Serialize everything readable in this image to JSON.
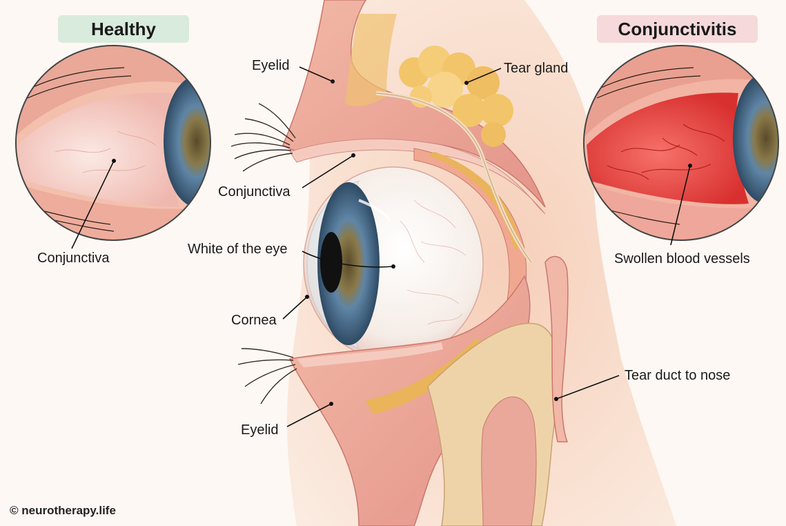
{
  "panels": {
    "healthy": {
      "title": "Healthy",
      "label": "Conjunctiva"
    },
    "conjunctivitis": {
      "title": "Conjunctivitis",
      "label": "Swollen blood vessels"
    }
  },
  "labels": {
    "eyelid_top": "Eyelid",
    "tear_gland": "Tear gland",
    "conjunctiva": "Conjunctiva",
    "white_of_eye": "White of the eye",
    "cornea": "Cornea",
    "tear_duct": "Tear duct to nose",
    "eyelid_bottom": "Eyelid"
  },
  "copyright": "© neurotherapy.life",
  "colors": {
    "healthy_badge": "#d9ebdc",
    "conjunctivitis_badge": "#f6d9da",
    "iris": "#4d6f8c",
    "sclera": "#f7efe9",
    "inflamed": "#e8383a"
  }
}
